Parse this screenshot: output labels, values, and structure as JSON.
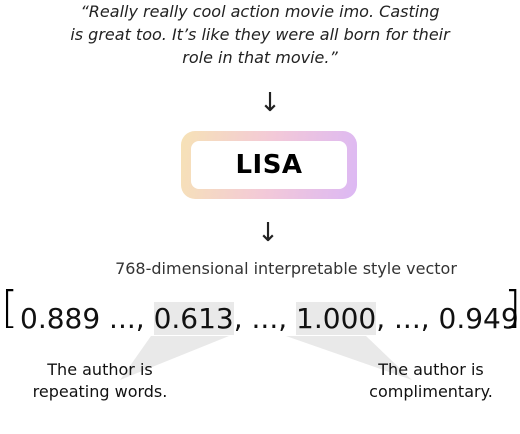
{
  "quote": {
    "lines": [
      "“Really really cool action movie imo. Casting",
      "is great too. It’s like they were all born for their",
      "role in that movie.”"
    ]
  },
  "arrows": {
    "glyph": "↓"
  },
  "model": {
    "label": "LISA"
  },
  "vector": {
    "title": "768-dimensional interpretable style vector",
    "open_bracket": "[",
    "close_bracket": "]",
    "segments": {
      "s1": "0.889 ..., ",
      "v2": "0.613",
      "s3": ", ..., ",
      "v4": "1.000",
      "s5": ", ..., 0.949"
    }
  },
  "annotations": {
    "left": {
      "line1": "The author is",
      "line2": "repeating words."
    },
    "right": {
      "line1": "The author is",
      "line2": "complimentary."
    }
  },
  "colors": {
    "highlight": "#e9e9e9",
    "gradient_start": "#f6e2b6",
    "gradient_mid": "#f3c9d8",
    "gradient_end": "#dcb8f4"
  }
}
